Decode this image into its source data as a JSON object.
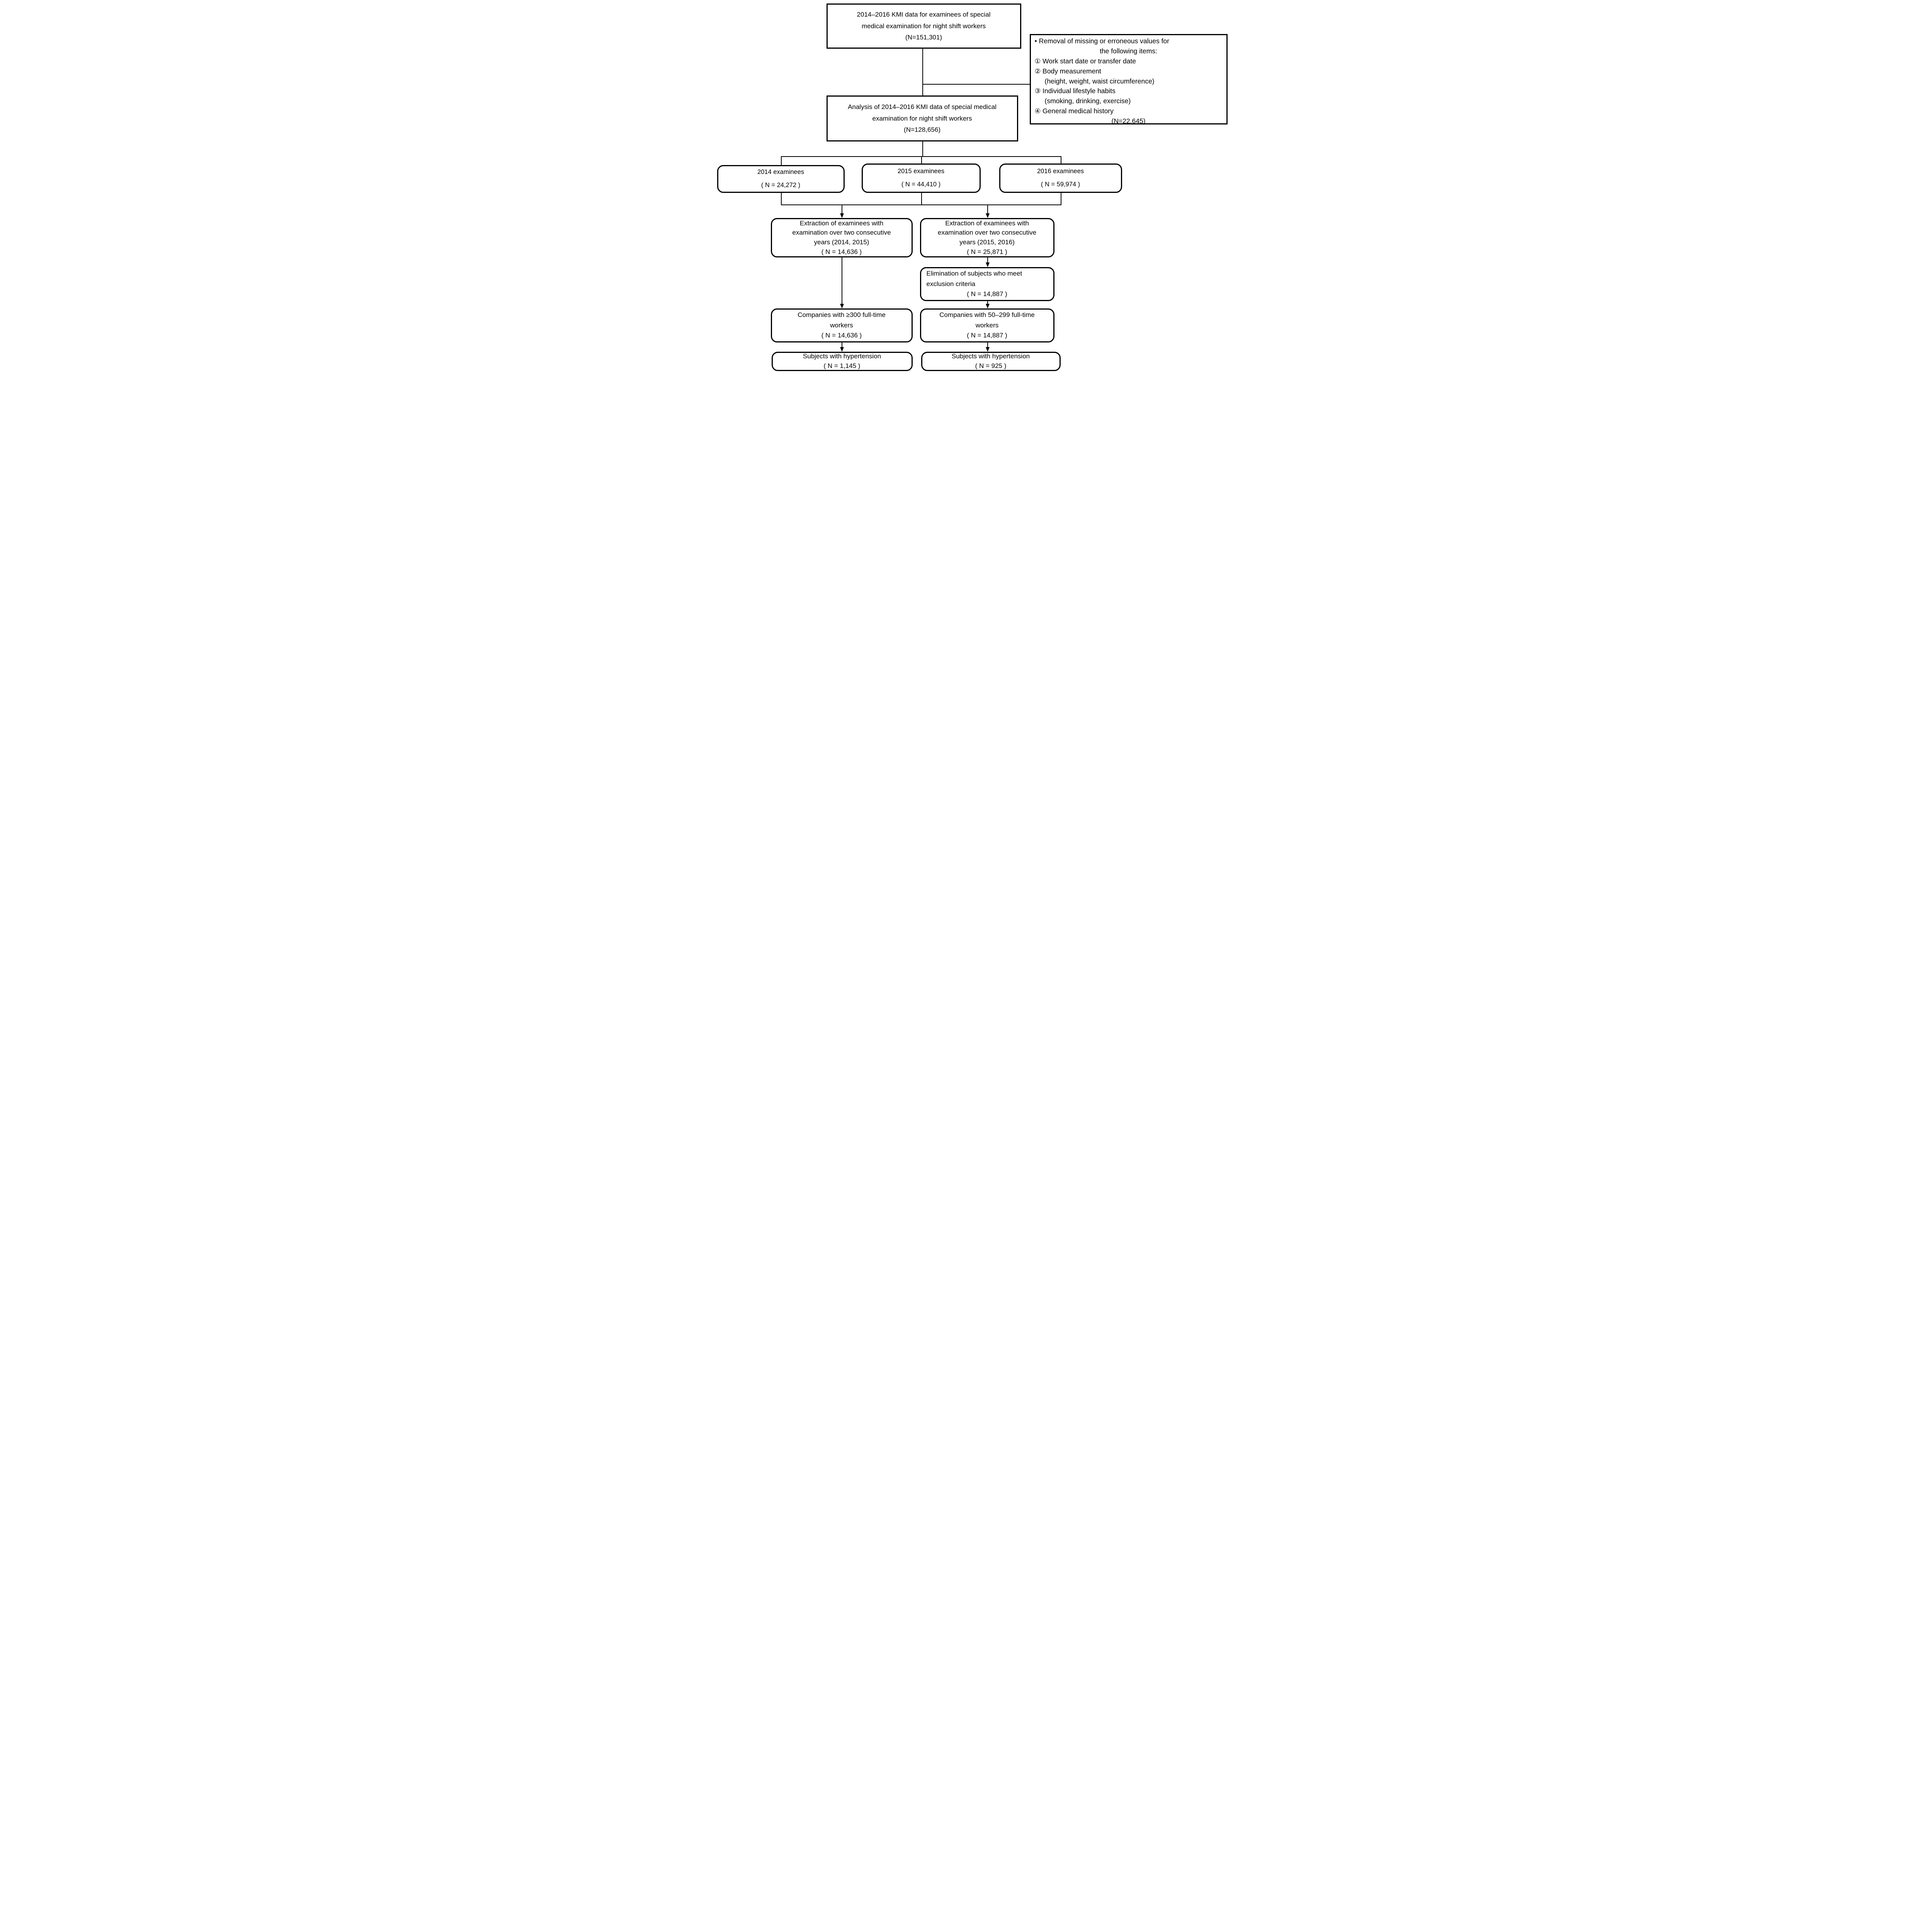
{
  "colors": {
    "ink": "#000000",
    "background": "#ffffff"
  },
  "boxes": {
    "source": {
      "text": "2014–2016 KMI data for examinees of special\nmedical examination for night shift workers\n(N=151,301)"
    },
    "exclusion": {
      "lines": [
        "• Removal of missing or erroneous values for",
        "the following items:",
        "① Work start date or transfer date",
        "② Body measurement",
        "(height, weight, waist circumference)",
        "③ Individual lifestyle habits",
        "(smoking, drinking, exercise)",
        "④ General medical history",
        "(N=22,645)"
      ]
    },
    "analysis": {
      "text": "Analysis of 2014–2016 KMI data of special medical\nexamination for night shift workers\n(N=128,656)"
    },
    "examinees_2014": {
      "text": "2014 examinees\n( N = 24,272 )"
    },
    "examinees_2015": {
      "text": "2015 examinees\n( N = 44,410 )"
    },
    "examinees_2016": {
      "text": "2016 examinees\n( N = 59,974 )"
    },
    "extract_left": {
      "text": "Extraction of examinees with\nexamination over two consecutive\nyears (2014, 2015)\n( N = 14,636 )"
    },
    "extract_right": {
      "text": "Extraction of examinees with\nexamination over two consecutive\nyears (2015, 2016)\n( N = 25,871 )"
    },
    "elimination": {
      "lines": [
        "Elimination of subjects who meet",
        "exclusion criteria",
        "( N = 14,887 )"
      ]
    },
    "companies_left": {
      "text": "Companies with ≥300 full-time\nworkers\n( N = 14,636 )"
    },
    "companies_right": {
      "text": "Companies with 50–299 full-time\nworkers\n( N = 14,887 )"
    },
    "hypertension_left": {
      "text": "Subjects with hypertension\n( N = 1,145 )"
    },
    "hypertension_right": {
      "text": "Subjects with hypertension\n( N = 925 )"
    }
  }
}
